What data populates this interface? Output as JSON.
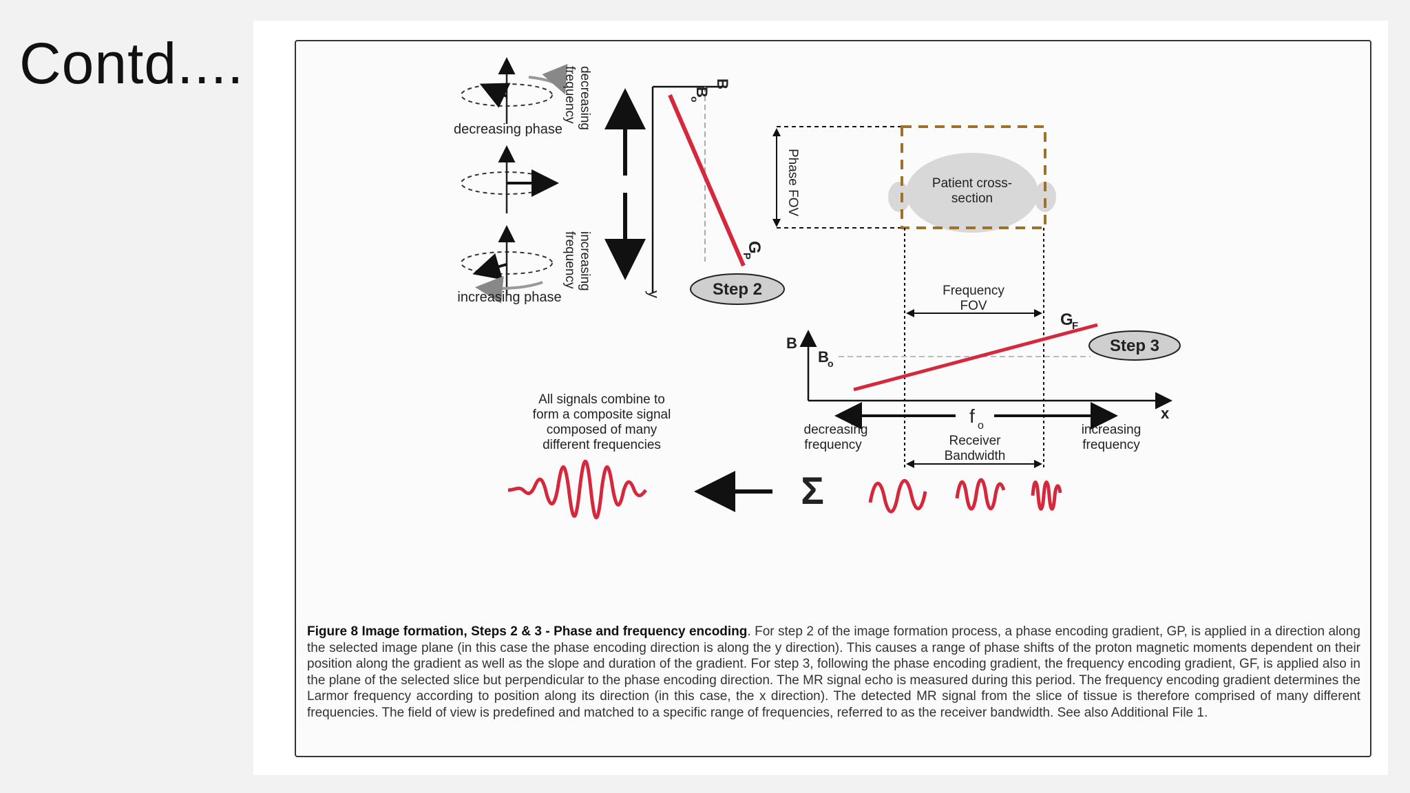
{
  "slide": {
    "title": "Contd...."
  },
  "diagram": {
    "phase_section": {
      "decreasing_phase": "decreasing phase",
      "increasing_phase": "increasing phase",
      "decreasing_frequency_vertical": [
        "decreasing",
        "frequency"
      ],
      "increasing_frequency_vertical": [
        "increasing",
        "frequency"
      ],
      "axis_b": "B",
      "axis_b0": "B",
      "axis_b0_sub": "o",
      "axis_y": "y",
      "gradient_label": "G",
      "gradient_sub": "P",
      "step_label": "Step 2",
      "phase_fov": "Phase FOV",
      "patient_lines": [
        "Patient cross-",
        "section"
      ]
    },
    "frequency_section": {
      "frequency_fov_lines": [
        "Frequency",
        "FOV"
      ],
      "gradient_label": "G",
      "gradient_sub": "F",
      "step_label": "Step 3",
      "axis_b": "B",
      "axis_b0": "B",
      "axis_b0_sub": "o",
      "axis_x": "x",
      "f0": "f",
      "f0_sub": "o",
      "decreasing_frequency": [
        "decreasing",
        "frequency"
      ],
      "increasing_frequency": [
        "increasing",
        "frequency"
      ],
      "receiver_bandwidth": [
        "Receiver",
        "Bandwidth"
      ]
    },
    "signal_section": {
      "combine_text": [
        "All signals combine to",
        "form a composite signal",
        "composed of many",
        "different frequencies"
      ],
      "sum_symbol": "Σ"
    },
    "colors": {
      "gradient_line": "#d6283d",
      "wave": "#d6283d",
      "fov_box": "#a0702a",
      "patient": "#d8d8d8",
      "step_badge": "#cfcfcf"
    }
  },
  "caption": {
    "title": "Figure 8 Image formation, Steps 2 & 3 - Phase and frequency encoding",
    "body": ". For step 2 of the image formation process, a phase encoding gradient, GP, is applied in a direction along the selected image plane (in this case the phase encoding direction is along the y direction). This causes a range of phase shifts of the proton magnetic moments dependent on their position along the gradient as well as the slope and duration of the gradient. For step 3, following the phase encoding gradient, the frequency encoding gradient, GF, is applied also in the plane of the selected slice but perpendicular to the phase encoding direction. The MR signal echo is measured during this period. The frequency encoding gradient determines the Larmor frequency according to position along its direction (in this case, the x direction). The detected MR signal from the slice of tissue is therefore comprised of many different frequencies. The field of view is predefined and matched to a specific range of frequencies, referred to as the receiver bandwidth. See also Additional File 1."
  }
}
